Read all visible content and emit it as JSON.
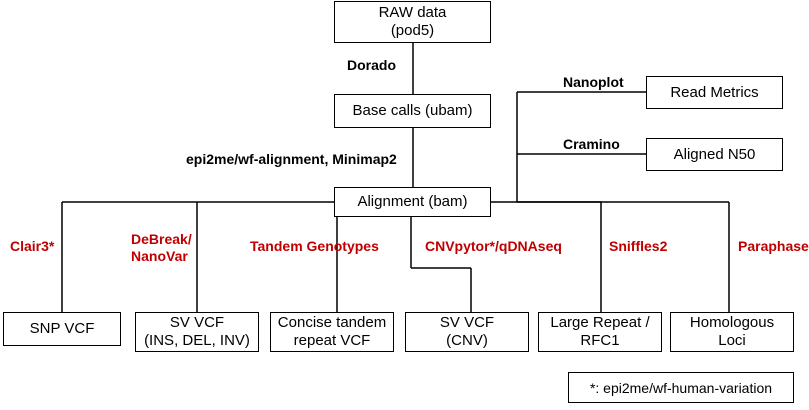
{
  "nodes": {
    "raw": {
      "line1": "RAW data",
      "line2": "(pod5)"
    },
    "basecalls": {
      "line1": "Base calls (ubam)"
    },
    "alignment": {
      "line1": "Alignment (bam)"
    },
    "read_metrics": {
      "line1": "Read Metrics"
    },
    "aligned_n50": {
      "line1": "Aligned N50"
    },
    "snp_vcf": {
      "line1": "SNP VCF"
    },
    "sv_vcf": {
      "line1": "SV VCF",
      "line2": "(INS, DEL, INV)"
    },
    "tandem_vcf": {
      "line1": "Concise tandem",
      "line2": "repeat VCF"
    },
    "cnv_vcf": {
      "line1": "SV VCF",
      "line2": "(CNV)"
    },
    "large_repeat": {
      "line1": "Large Repeat /",
      "line2": "RFC1"
    },
    "homologous": {
      "line1": "Homologous",
      "line2": "Loci"
    }
  },
  "edge_labels": {
    "dorado": "Dorado",
    "align_tools": "epi2me/wf-alignment, Minimap2",
    "nanoplot": "Nanoplot",
    "cramino": "Cramino",
    "clair3": "Clair3*",
    "debreak_1": "DeBreak/",
    "debreak_2": "NanoVar",
    "tandem": "Tandem Genotypes",
    "cnvpytor": "CNVpytor*/qDNAseq",
    "sniffles": "Sniffles2",
    "paraphase": "Paraphase"
  },
  "footnote": "*: epi2me/wf-human-variation",
  "colors": {
    "tool_label": "#c00000",
    "line": "#000000"
  }
}
